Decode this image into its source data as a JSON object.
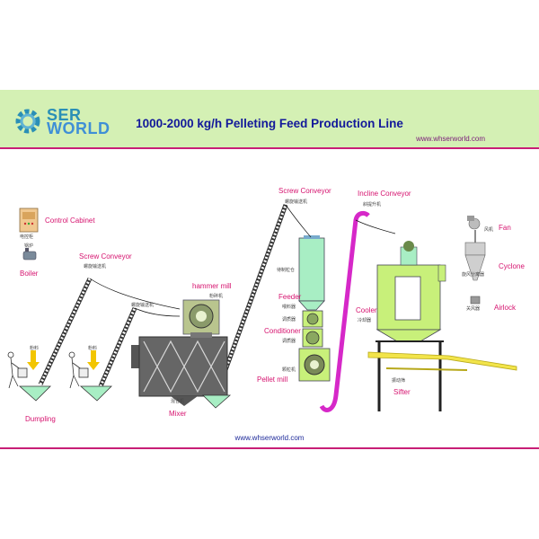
{
  "header": {
    "logo_line1": "SER",
    "logo_line2": "WORLD",
    "title": "1000-2000 kg/h Pelleting Feed Production Line",
    "website": "www.whserworld.com"
  },
  "footer": {
    "website": "www.whserworld.com"
  },
  "labels": {
    "control_cabinet": "Control Cabinet",
    "control_cabinet_cn": "电控柜",
    "boiler": "Boiler",
    "boiler_cn": "锅炉",
    "screw_conveyor_1": "Screw Conveyor",
    "screw_conveyor_1_cn": "螺旋输送机",
    "screw_conveyor_2_cn": "螺旋输送机",
    "hammer_mill": "hammer mill",
    "hammer_mill_cn": "粉碎机",
    "mixer": "Mixer",
    "mixer_cn": "混合机",
    "dumpling": "Dumpling",
    "powder_cn_1": "粉料",
    "powder_cn_2": "粉料",
    "screw_conveyor_3": "Screw Conveyor",
    "screw_conveyor_3_cn": "螺旋输送机",
    "bin_cn": "待制粒仓",
    "feeder": "Feeder",
    "feeder_cn": "喂料器",
    "conditioner": "Conditioner",
    "conditioner_cn": "调质器",
    "pellet_mill": "Pellet mill",
    "pellet_mill_cn": "颗粒机",
    "incline_conveyor": "Incline Conveyor",
    "incline_conveyor_cn": "斜提升机",
    "cooler": "Cooler",
    "cooler_cn": "冷却器",
    "sifter": "Sifter",
    "sifter_cn": "振动筛",
    "fan": "Fan",
    "fan_cn": "风机",
    "cyclone": "Cyclone",
    "cyclone_cn": "旋风分离器",
    "airlock": "Airlock",
    "airlock_cn": "关风器"
  },
  "colors": {
    "banner": "#d4f0b4",
    "accent_line": "#c81e76",
    "machine_green": "#c8f07a",
    "hopper_green": "#a8eec4",
    "elevator_magenta": "#d628c8",
    "label_pink": "#d6136f",
    "label_blue": "#1f52c8"
  }
}
